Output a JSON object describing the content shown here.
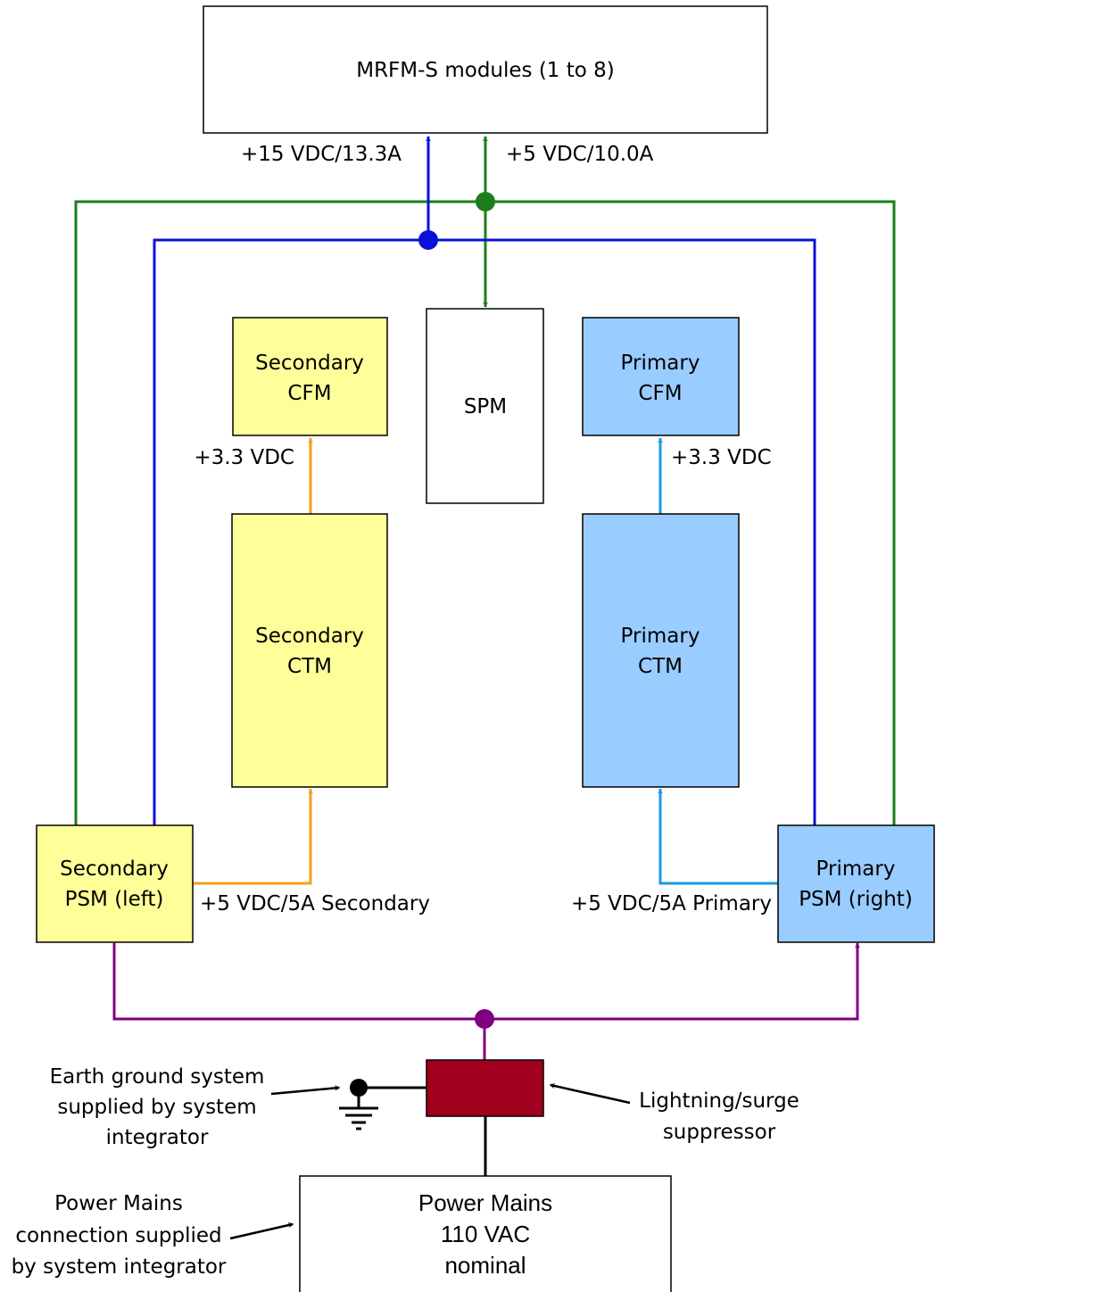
{
  "modules": {
    "mrfm": "MRFM-S modules (1 to 8)",
    "secondary_cfm": [
      "Secondary",
      "CFM"
    ],
    "spm": "SPM",
    "primary_cfm": [
      "Primary",
      "CFM"
    ],
    "secondary_ctm": [
      "Secondary",
      "CTM"
    ],
    "primary_ctm": [
      "Primary",
      "CTM"
    ],
    "secondary_psm": [
      "Secondary",
      "PSM (left)"
    ],
    "primary_psm": [
      "Primary",
      "PSM (right)"
    ],
    "power_mains": [
      "Power Mains",
      "110 VAC",
      "nominal"
    ]
  },
  "rails": {
    "v15": "+15 VDC/13.3A",
    "v5": "+5 VDC/10.0A",
    "secondary_33": "+3.3 VDC",
    "primary_33": "+3.3 VDC",
    "secondary_5": "+5 VDC/5A Secondary",
    "primary_5": "+5 VDC/5A Primary"
  },
  "callouts": {
    "earth": [
      "Earth ground system",
      "supplied by system",
      "integrator"
    ],
    "surge": [
      "Lightning/surge",
      "suppressor"
    ],
    "mains": [
      "Power Mains",
      "connection supplied",
      "by system integrator"
    ]
  },
  "colors": {
    "green_rail": "#1a7f1a",
    "blue_rail": "#0b10d8",
    "orange_rail": "#f5a01a",
    "lightblue_rail": "#1e9ae8",
    "purple_rail": "#800080",
    "secondary_fill": "#ffff99",
    "primary_fill": "#99ccff",
    "suppressor_fill": "#a0001e"
  }
}
